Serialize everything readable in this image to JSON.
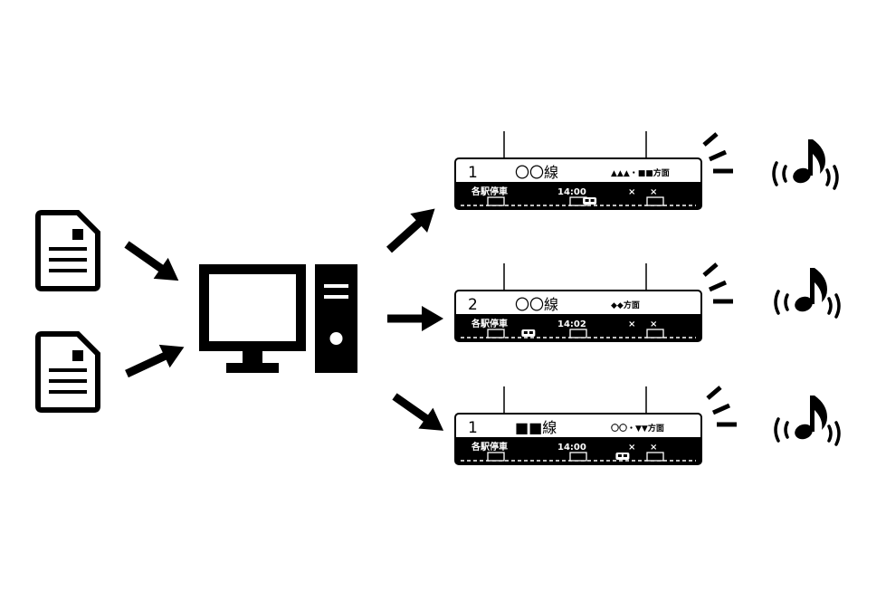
{
  "colors": {
    "ink": "#000000",
    "paper": "#ffffff"
  },
  "icons": {
    "documents": [
      "document-icon",
      "document-icon"
    ],
    "computer": [
      "monitor-icon",
      "pc-tower-icon"
    ],
    "sound": [
      "music-note-icon",
      "sound-wave-icon"
    ],
    "arrows": "arrow-icon"
  },
  "boards": [
    {
      "platform": "1",
      "line": "〇〇線",
      "direction": "▲▲▲・■■方面",
      "train_type": "各駅停車",
      "time": "14:00",
      "cross1": "×",
      "cross2": "×",
      "train_marker_position": 0.55
    },
    {
      "platform": "2",
      "line": "〇〇線",
      "direction": "◆◆方面",
      "train_type": "各駅停車",
      "time": "14:02",
      "cross1": "×",
      "cross2": "×",
      "train_marker_position": 0.27
    },
    {
      "platform": "1",
      "line": "■■線",
      "direction": "〇〇・▼▼方面",
      "train_type": "各駅停車",
      "time": "14:00",
      "cross1": "×",
      "cross2": "×",
      "train_marker_position": 0.7
    }
  ]
}
